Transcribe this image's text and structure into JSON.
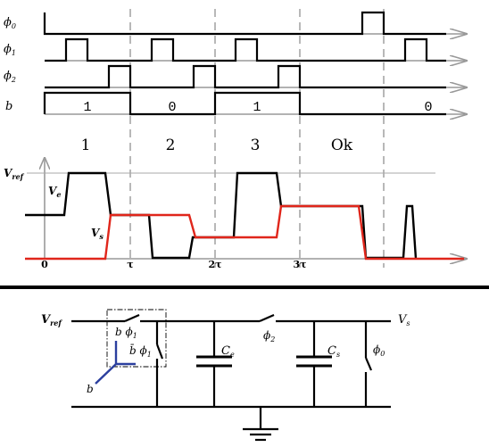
{
  "timing": {
    "signals": {
      "phi0": "ϕ",
      "phi0_sub": "0",
      "phi1": "ϕ",
      "phi1_sub": "1",
      "phi2": "ϕ",
      "phi2_sub": "2",
      "b": "b"
    },
    "bit_values": [
      "1",
      "0",
      "1",
      "0"
    ],
    "phase_labels": [
      "1",
      "2",
      "3",
      "Ok"
    ],
    "analog": {
      "vref": "V",
      "vref_sub": "ref",
      "ve": "V",
      "ve_sub": "e",
      "vs": "V",
      "vs_sub": "s"
    },
    "time_ticks": {
      "t0": "0",
      "t1": "τ",
      "t2": "2τ",
      "t3": "3τ"
    }
  },
  "circuit": {
    "vref": "V",
    "vref_sub": "ref",
    "vs": "V",
    "vs_sub": "s",
    "b_phi1": "b ϕ",
    "b_phi1_sub": "1",
    "bbar_phi1": "b̄ ϕ",
    "bbar_phi1_sub": "1",
    "b_input": "b",
    "ce": "C",
    "ce_sub": "e",
    "cs": "C",
    "cs_sub": "s",
    "phi2": "ϕ",
    "phi2_sub": "2",
    "phi0": "ϕ",
    "phi0_sub": "0"
  },
  "colors": {
    "trace": "#000000",
    "axis": "#999999",
    "vs_trace": "#e0261b",
    "switch_control": "#2b3f9e",
    "dashed": "#888888",
    "divider": "#000000"
  }
}
